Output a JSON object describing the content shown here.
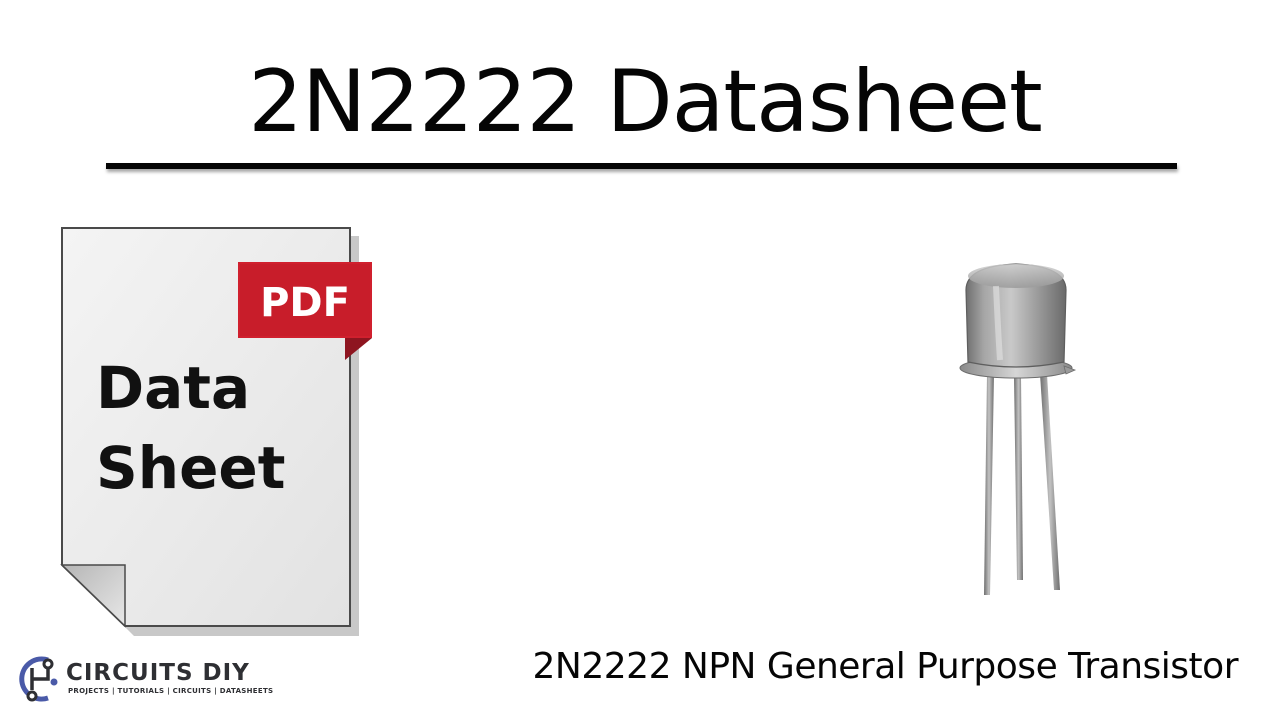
{
  "title": "2N2222 Datasheet",
  "caption": "2N2222 NPN General Purpose Transistor",
  "doc_icon": {
    "badge": "PDF",
    "line1": "Data",
    "line2": "Sheet",
    "badge_color": "#d0202e",
    "page_color": "#eeeeee"
  },
  "logo": {
    "name": "CIRCUITS",
    "name_suffix": "DIY",
    "tagline": "PROJECTS | TUTORIALS | CIRCUITS | DATASHEETS",
    "accent_color": "#4a5aa8"
  },
  "transistor_image": "transistor-to18-photo"
}
